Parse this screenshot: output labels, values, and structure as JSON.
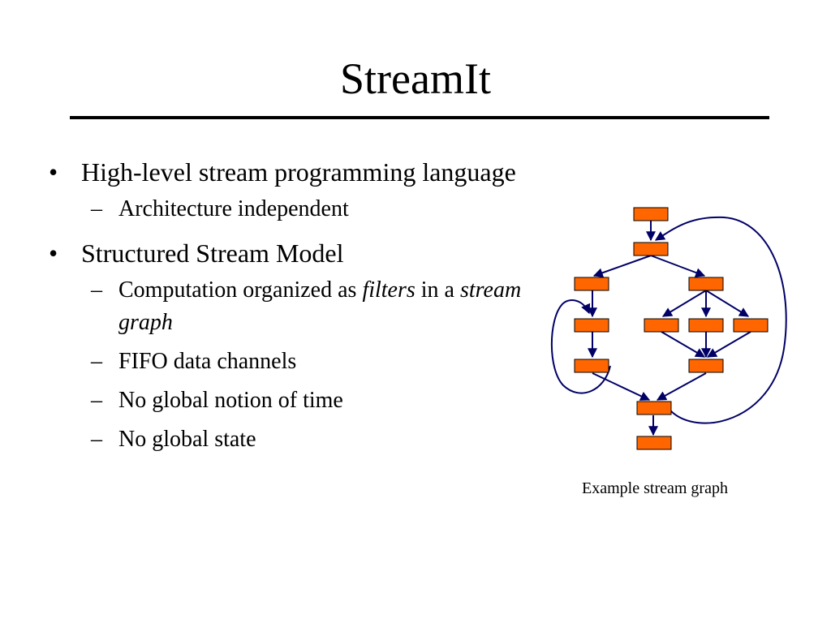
{
  "slide": {
    "title": "StreamIt",
    "bullets": [
      {
        "text": "High-level stream programming language",
        "sub": [
          {
            "text": "Architecture independent"
          }
        ]
      },
      {
        "text": "Structured Stream Model",
        "sub": [
          {
            "pre": "Computation organized as ",
            "em1": "filters",
            "mid": " in a ",
            "em2": "stream graph"
          },
          {
            "text": "FIFO data channels"
          },
          {
            "text": "No global notion of time"
          },
          {
            "text": "No global state"
          }
        ]
      }
    ],
    "bullet_mark": "•",
    "sub_mark": "–"
  },
  "diagram": {
    "caption": "Example stream graph",
    "colors": {
      "filter_fill": "#FF6600",
      "filter_stroke": "#000000",
      "edge": "#000066"
    }
  }
}
